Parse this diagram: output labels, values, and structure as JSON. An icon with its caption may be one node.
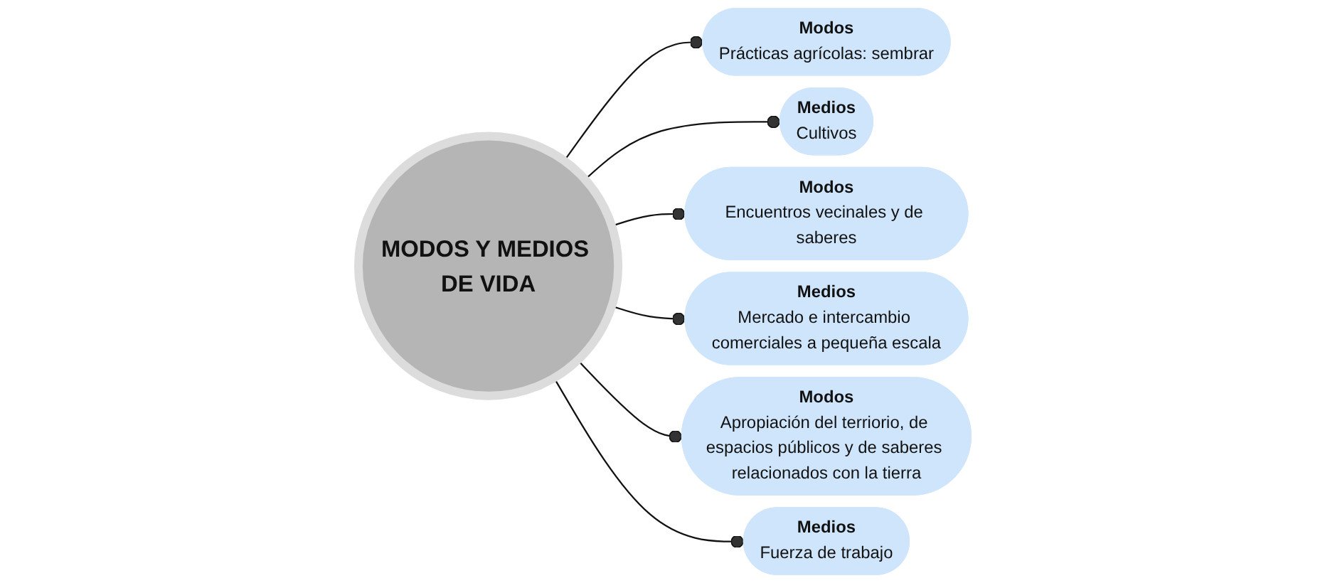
{
  "diagram": {
    "nodes": [
      {
        "text": [
          "Modos",
          "Prácticas agrícolas: sembrar"
        ]
      },
      {
        "text": [
          "Medios",
          "Cultivos"
        ]
      },
      {
        "text": [
          "MODOS Y MEDIOS DE VIDA"
        ]
      },
      {
        "text": [
          "Modos",
          "Encuentros vecinales y de saberes"
        ]
      },
      {
        "text": [
          "Medios",
          "Mercado e intercambio comerciales a pequeña escala"
        ]
      },
      {
        "text": [
          "Modos",
          "Apropiación del terriorio, de espacios públicos y de saberes relacionados con la tierra"
        ]
      },
      {
        "text": [
          "Medios",
          "Fuerza de trabajo"
        ]
      }
    ],
    "edges": [
      {
        "from": 2,
        "to": 0,
        "arrow": "other"
      },
      {
        "from": 2,
        "to": 1,
        "arrow": "other"
      },
      {
        "from": 2,
        "to": 3,
        "arrow": "other"
      },
      {
        "from": 2,
        "to": 4,
        "arrow": "other"
      },
      {
        "from": 2,
        "to": 5,
        "arrow": "other"
      },
      {
        "from": 2,
        "to": 6,
        "arrow": "other"
      }
    ]
  }
}
